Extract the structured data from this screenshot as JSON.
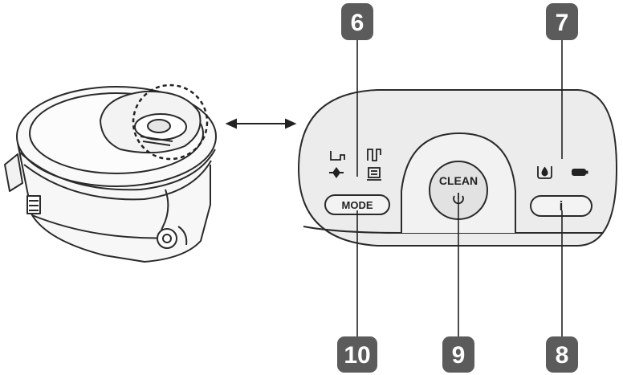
{
  "callouts": {
    "c6": "6",
    "c7": "7",
    "c8": "8",
    "c9": "9",
    "c10": "10"
  },
  "panel": {
    "mode_label": "MODE",
    "clean_label": "CLEAN",
    "info_label": "i"
  },
  "icons": {
    "zigzag": "zigzag-pattern-icon",
    "spiral": "spiral-pattern-icon",
    "edge": "edge-cleaning-icon",
    "spot": "spot-cleaning-icon",
    "power": "power-icon",
    "water": "water-tank-icon",
    "battery": "battery-icon"
  },
  "colors": {
    "callout": "#5b5b5b",
    "panel": "#ececec",
    "stroke": "#2a2a2a"
  }
}
